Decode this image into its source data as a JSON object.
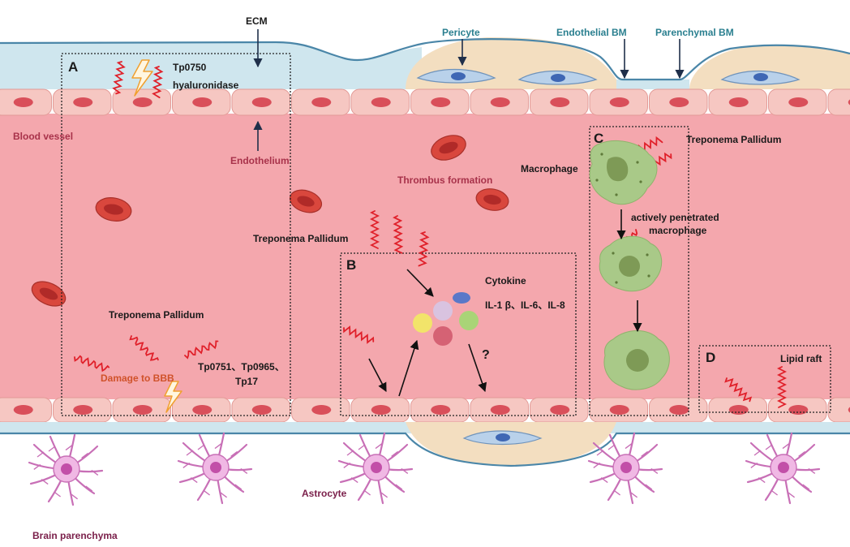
{
  "labels": {
    "ecm": "ECM",
    "pericyte": "Pericyte",
    "endothelial_bm": "Endothelial BM",
    "parenchymal_bm": "Parenchymal BM",
    "tp0750": "Tp0750",
    "hyaluronidase": "hyaluronidase",
    "blood_vessel": "Blood vessel",
    "endothelium": "Endothelium",
    "thrombus": "Thrombus formation",
    "treponema_c": "Treponema Pallidum",
    "macrophage": "Macrophage",
    "actively_penetrated": "actively penetrated",
    "macrophage_2": "macrophage",
    "treponema_b": "Treponema Pallidum",
    "cytokine": "Cytokine",
    "interleukins": "IL-1 β、IL-6、IL-8",
    "question": "?",
    "treponema_a": "Treponema Pallidum",
    "damage_bbb": "Damage to BBB",
    "tp_proteins": "Tp0751、Tp0965、",
    "tp17": "Tp17",
    "lipid_raft": "Lipid raft",
    "astrocyte": "Astrocyte",
    "brain_parenchyma": "Brain parenchyma"
  },
  "panels": {
    "a": "A",
    "b": "B",
    "c": "C",
    "d": "D"
  },
  "colors": {
    "lumen": "#f4a7ad",
    "endothelial_cell": "#f6c7c2",
    "nucleus": "#d94f5a",
    "ecm": "#cfe6ee",
    "pericyte_pocket": "#f3dec0",
    "membrane_line": "#4a86a8",
    "treponema": "#e0202a",
    "astrocyte": "#f0b8e4",
    "astrocyte_nucleus": "#c24fa8",
    "macrophage": "#a9c988"
  }
}
